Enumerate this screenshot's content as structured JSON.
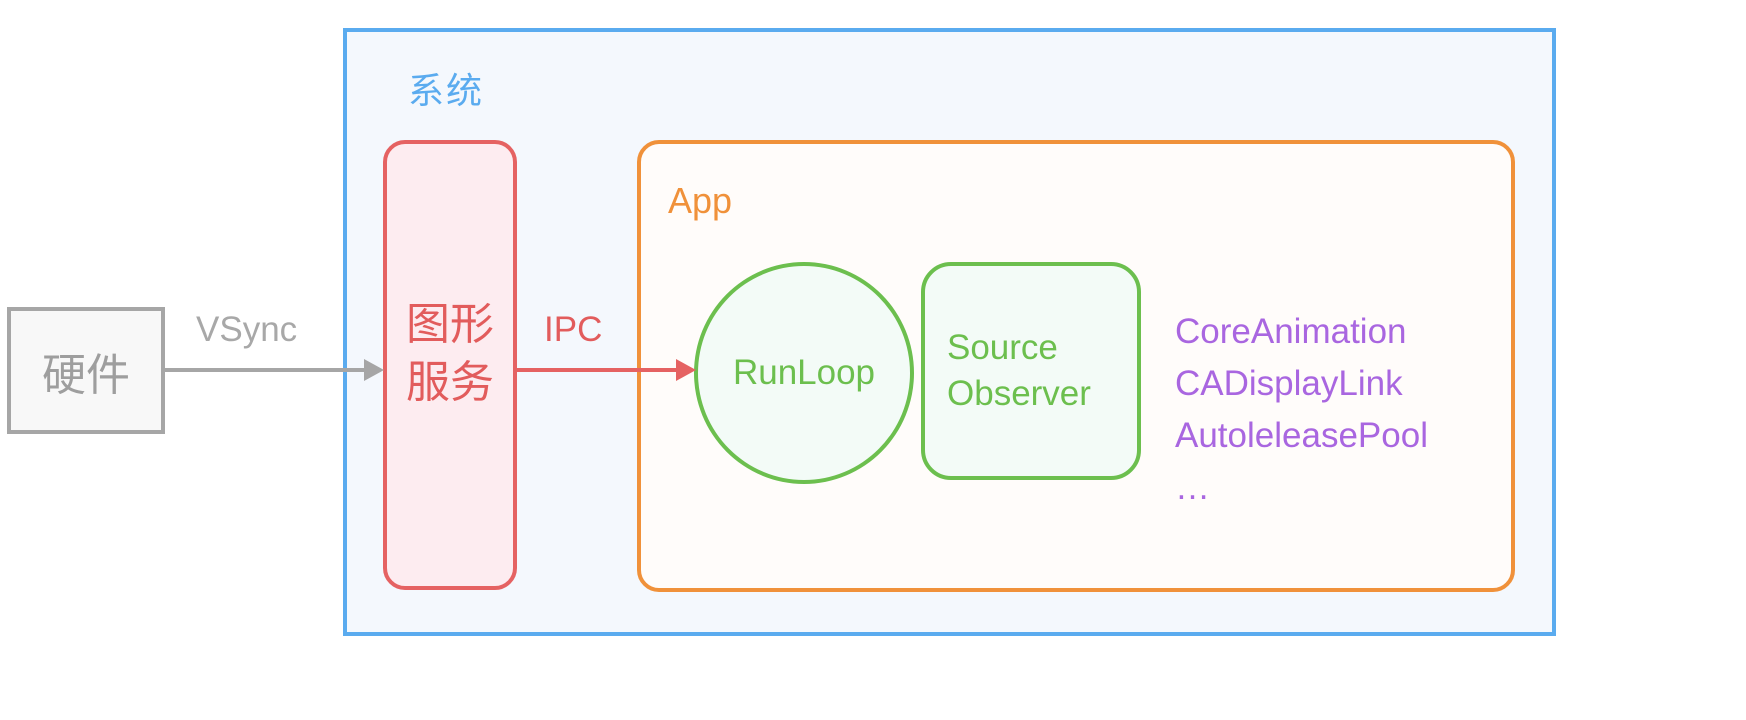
{
  "diagram": {
    "type": "architecture-flow",
    "colors": {
      "system": "#5aabef",
      "hardware": "#a6a6a6",
      "graphics_service": "#e56262",
      "app": "#f0913a",
      "runloop": "#6cbf4e",
      "components": "#a966e0"
    },
    "system": {
      "label": "系统"
    },
    "hardware": {
      "label": "硬件"
    },
    "graphics_service": {
      "label_line1": "图形",
      "label_line2": "服务"
    },
    "app": {
      "label": "App"
    },
    "runloop": {
      "label": "RunLoop"
    },
    "source_observer": {
      "line1": "Source",
      "line2": "Observer"
    },
    "components": {
      "items": [
        "CoreAnimation",
        "CADisplayLink",
        "AutoleleasePool",
        "…"
      ]
    },
    "edges": [
      {
        "from": "硬件",
        "to": "图形服务",
        "label": "VSync"
      },
      {
        "from": "图形服务",
        "to": "RunLoop",
        "label": "IPC"
      }
    ]
  }
}
